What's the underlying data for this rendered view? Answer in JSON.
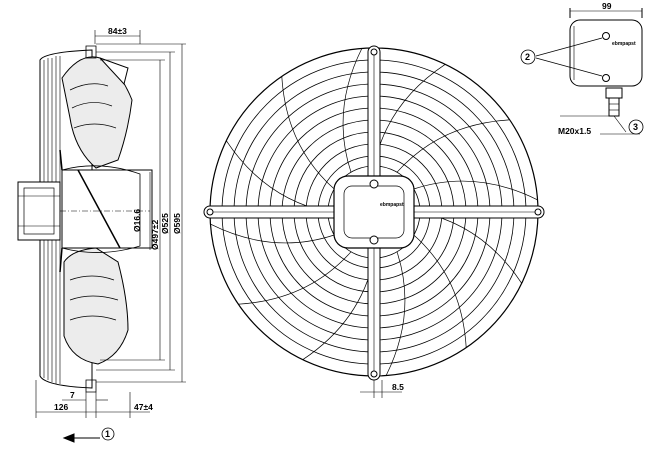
{
  "drawing": {
    "side_view": {
      "dim_top": "84±3",
      "dim_bore": "Ø16.6",
      "dim_blade": "Ø497±2",
      "dim_guard_inner": "Ø525",
      "dim_guard_outer": "Ø595",
      "dim_shaft": "7",
      "dim_length": "126",
      "dim_offset": "47±4"
    },
    "airflow": {
      "callout": "1",
      "arrow_icon": "arrow-left-icon"
    },
    "front_view": {
      "dim_slot": "8.5",
      "hub_label": "ebmpapst"
    },
    "terminal_box": {
      "dim_width": "99",
      "callout_screws": "2",
      "dim_gland": "M20x1.5",
      "callout_gland": "3",
      "box_label": "ebmpapst"
    }
  }
}
